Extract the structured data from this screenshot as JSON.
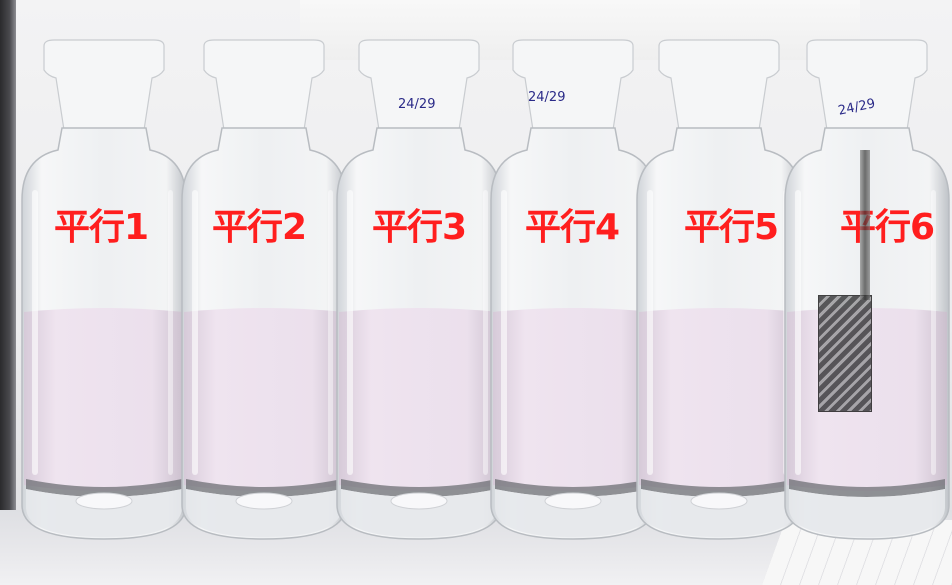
{
  "labels": [
    "平行1",
    "平行2",
    "平行3",
    "平行4",
    "平行5",
    "平行6"
  ],
  "joint_marks": [
    "24/29",
    "24/29",
    "24/29"
  ],
  "colors": {
    "label_red": "#ff1e1e",
    "liquid_pink": "#e8dbe9"
  }
}
